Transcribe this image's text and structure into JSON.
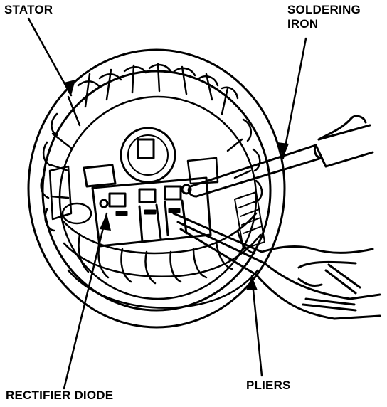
{
  "labels": {
    "stator": "STATOR",
    "soldering_iron_line1": "SOLDERING",
    "soldering_iron_line2": "IRON",
    "pliers": "PLIERS",
    "rectifier_diode": "RECTIFIER DIODE"
  },
  "colors": {
    "ink": "#000000",
    "paper": "#ffffff"
  }
}
